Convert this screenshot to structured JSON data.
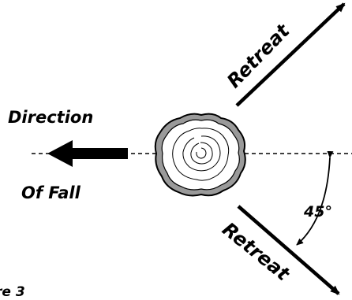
{
  "labels": {
    "direction_line1": "Direction",
    "direction_line2": "Of Fall",
    "retreat_upper": "Retreat",
    "retreat_lower": "Retreat",
    "angle": "45°",
    "figure": "re 3"
  },
  "colors": {
    "ink": "#000000",
    "bark": "#9a9a9a",
    "background": "#ffffff"
  }
}
